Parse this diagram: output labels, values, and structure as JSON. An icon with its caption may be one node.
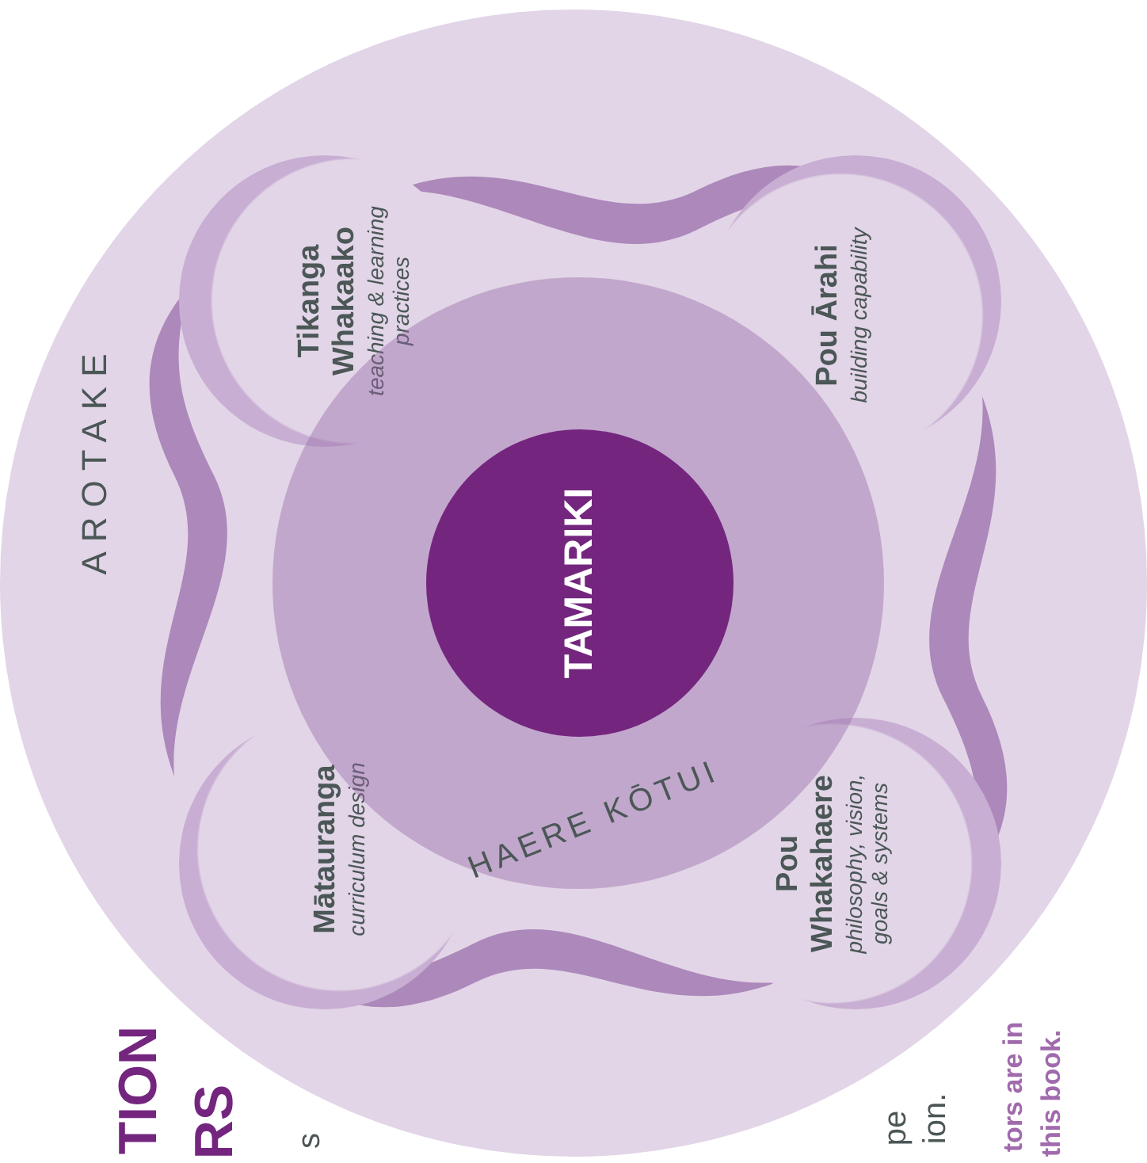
{
  "diagram": {
    "nodes": [
      {
        "text": [
          "AROTAKE"
        ]
      },
      {
        "text": [
          "HAERE KŌTUI"
        ],
        "in": 0
      },
      {
        "text": [
          "TAMARIKI"
        ],
        "in": 1
      },
      {
        "text": [
          "Tikanga Whakaako",
          "teaching & learning practices"
        ],
        "in": 0
      },
      {
        "text": [
          "Pou Ārahi",
          "building capability"
        ],
        "in": 0
      },
      {
        "text": [
          "Mātauranga",
          "curriculum design"
        ],
        "in": 0
      },
      {
        "text": [
          "Pou Whakahaere",
          "philosophy, vision, goals & systems"
        ],
        "in": 0
      }
    ],
    "edges": [],
    "labels": [
      "TION",
      "RS",
      "s",
      "pe",
      "ion.",
      "tors are in",
      "this book."
    ]
  }
}
